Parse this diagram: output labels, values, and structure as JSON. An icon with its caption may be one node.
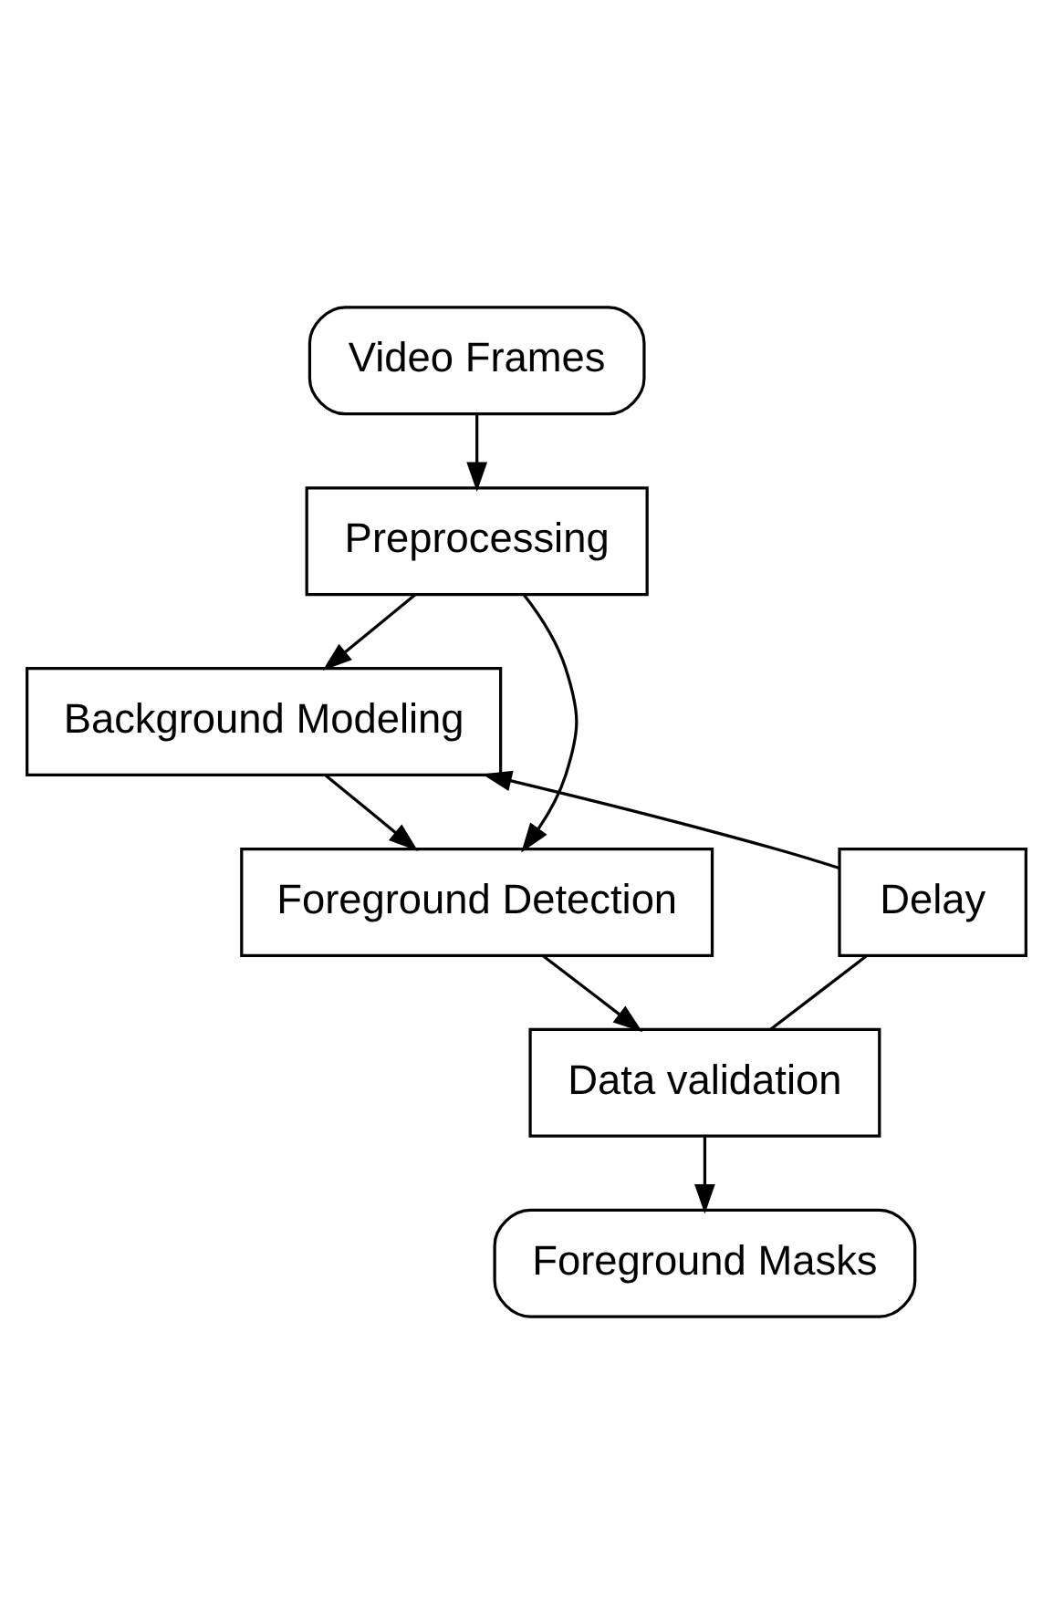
{
  "diagram": {
    "nodes": [
      {
        "text": [
          "Video Frames"
        ]
      },
      {
        "text": [
          "Preprocessing"
        ]
      },
      {
        "text": [
          "Background Modeling"
        ]
      },
      {
        "text": [
          "Foreground Detection"
        ]
      },
      {
        "text": [
          "Data validation"
        ]
      },
      {
        "text": [
          "Delay"
        ]
      },
      {
        "text": [
          "Foreground Masks"
        ]
      }
    ],
    "edges": [
      {
        "from": 0,
        "to": 1,
        "arrow": "to"
      },
      {
        "from": 1,
        "to": 2,
        "arrow": "to"
      },
      {
        "from": 1,
        "to": 3,
        "arrow": "to"
      },
      {
        "from": 2,
        "to": 3,
        "arrow": "to"
      },
      {
        "from": 3,
        "to": 4,
        "arrow": "to"
      },
      {
        "from": 4,
        "to": 6,
        "arrow": "to"
      },
      {
        "from": 4,
        "to": 5,
        "arrow": "none"
      },
      {
        "from": 5,
        "to": 2,
        "arrow": "to"
      }
    ]
  }
}
